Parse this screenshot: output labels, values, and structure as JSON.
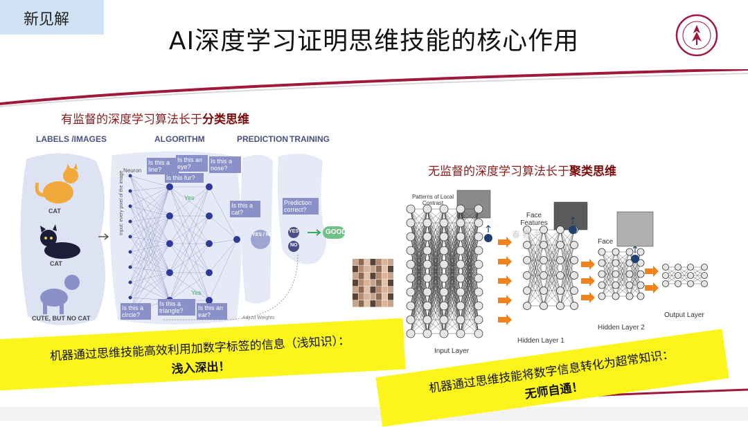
{
  "header": {
    "tag": "新见解",
    "title": "AI深度学习证明思维技能的核心作用",
    "logo_icon": "university-seal-icon"
  },
  "supervised": {
    "caption_prefix": "有监督的深度学习算法长于",
    "caption_emph": "分类思维",
    "columns": [
      "LABELS /IMAGES",
      "ALGORITHM",
      "PREDICTION",
      "TRAINING"
    ],
    "image_labels": [
      "CAT",
      "CAT",
      "CUTE, BUT NO CAT"
    ],
    "neuron_label": "Neuron",
    "input_label": "Input: every pixel of the image",
    "questions_top": [
      "Is this a line?",
      "Is this an eye?",
      "Is this a nose?",
      "Is this fur?"
    ],
    "questions_mid": "Is this a cat?",
    "questions_bottom": [
      "Is this a circle?",
      "Is this a triangle?",
      "Is this an ear?"
    ],
    "yes_small": "Yes",
    "yes_no": "YES / NO",
    "prediction_correct": "Prediction correct?",
    "yes": "YES",
    "no": "NO",
    "good": "GOOD",
    "adjust": "Adjust Weights"
  },
  "unsupervised": {
    "caption_prefix": "无监督的深度学习算法长于",
    "caption_emph": "聚类思维",
    "patterns_label": "Patterns of Local Contrast",
    "face_features": "Face Features",
    "face": "Face",
    "input_layer": "Input Layer",
    "hidden1": "Hidden Layer 1",
    "hidden2": "Hidden Layer 2",
    "output_layer": "Output Layer",
    "watermark": "春 教 书"
  },
  "notes": {
    "note1_line1": "机器通过思维技能高效利用加数字标签的信息（浅知识）：",
    "note1_line2": "浅入深出！",
    "note2_line1": "机器通过思维技能将数字信息转化为超常知识：",
    "note2_line2": "无师自通！"
  },
  "colors": {
    "accent_red": "#a0183c",
    "highlight": "#fcf51b",
    "neuron_blue": "#2e3a9a",
    "arrow_orange": "#f0831e",
    "tag_blue": "#cfe3f5"
  }
}
